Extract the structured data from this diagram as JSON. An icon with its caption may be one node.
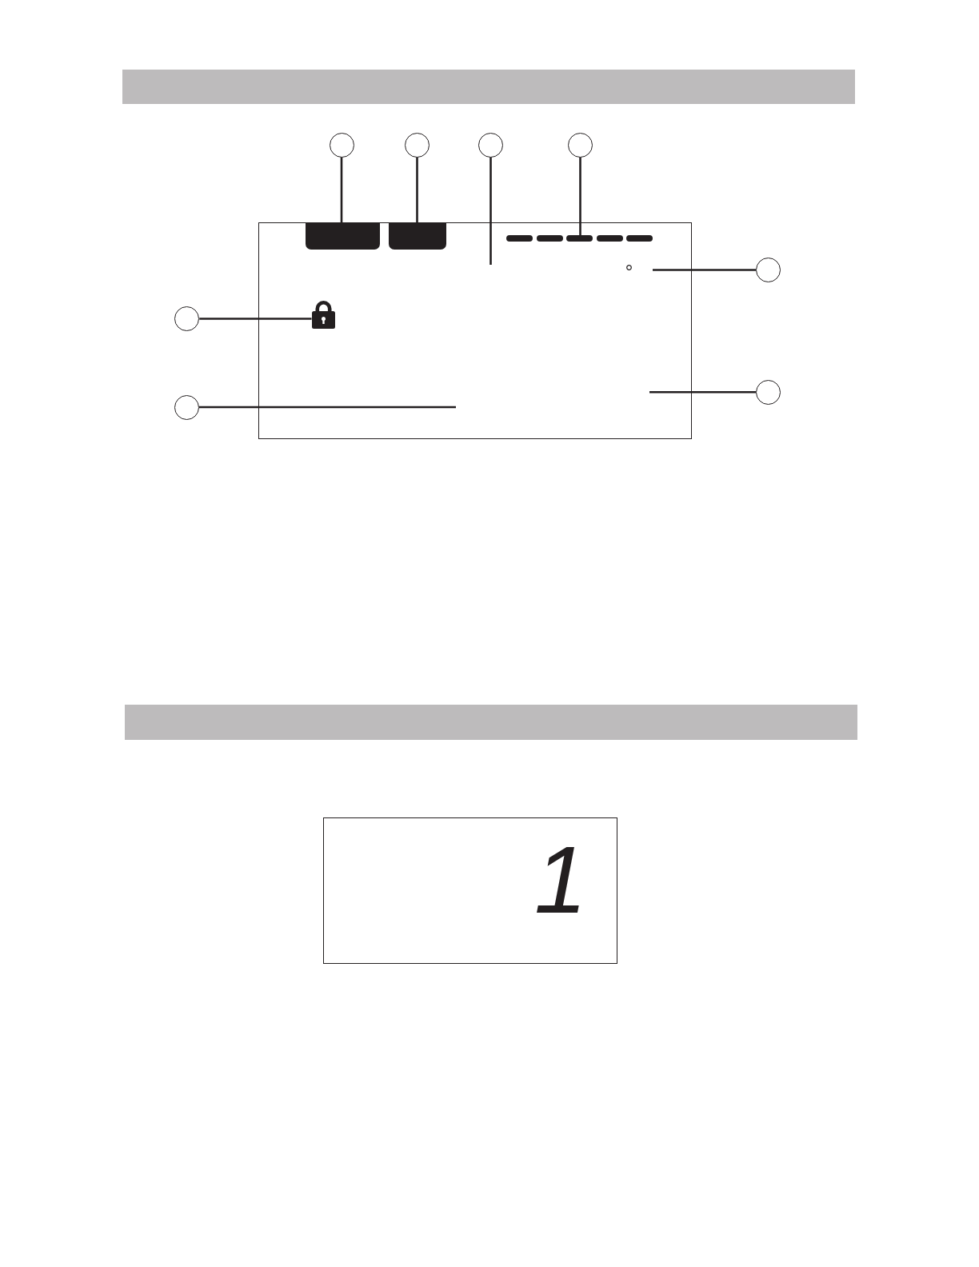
{
  "diagram": {
    "nodes": [
      {
        "text": [],
        "shape": "circle"
      },
      {
        "text": [],
        "shape": "circle"
      },
      {
        "text": [],
        "shape": "circle"
      },
      {
        "text": [],
        "shape": "circle"
      },
      {
        "text": [],
        "shape": "box"
      },
      {
        "text": [],
        "shape": "box"
      },
      {
        "text": [],
        "shape": "bar"
      },
      {
        "text": [],
        "shape": "circle"
      },
      {
        "text": [],
        "shape": "circle"
      },
      {
        "text": [],
        "shape": "lock"
      },
      {
        "text": [],
        "shape": "circle"
      },
      {
        "text": [],
        "shape": "circle"
      }
    ],
    "edges": [
      {
        "from": 0,
        "to": 4,
        "arrow": "none"
      },
      {
        "from": 1,
        "to": 5,
        "arrow": "none"
      },
      {
        "from": 2,
        "to": null,
        "arrow": "none"
      },
      {
        "from": 3,
        "to": 6,
        "arrow": "none"
      },
      {
        "from": 7,
        "to": null,
        "arrow": "none"
      },
      {
        "from": 8,
        "to": 9,
        "arrow": "none"
      },
      {
        "from": 10,
        "to": null,
        "arrow": "none"
      },
      {
        "from": 11,
        "to": null,
        "arrow": "none"
      }
    ],
    "labels": [
      "1"
    ]
  }
}
